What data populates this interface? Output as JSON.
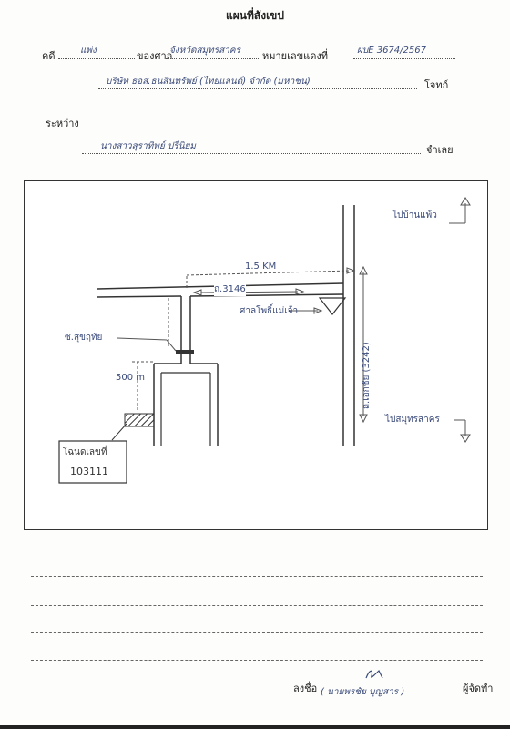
{
  "header": {
    "title": "แผนที่สังเขป",
    "case_label": "คดี",
    "case_type": "แพ่ง",
    "court_label": "ของศาล",
    "court_name": "จังหวัดสมุทรสาคร",
    "case_no_label": "หมายเลขแดงที่",
    "case_no": "ผบE 3674/2567",
    "plaintiff": "บริษัท ธอส.ธนสินทรัพย์ (ไทยแลนด์) จำกัด (มหาชน)",
    "plaintiff_role": "โจทก์",
    "between_label": "ระหว่าง",
    "defendant": "นางสาวสุราทิพย์ ปรีนิยม",
    "defendant_role": "จำเลย"
  },
  "map": {
    "label_to_ban_phaeo": "ไปบ้านแพ้ว",
    "label_to_samut_sakhon": "ไปสมุทรสาคร",
    "distance_main": "1.5 KM",
    "road_sakhon": "ถ.3146",
    "shrine": "ศาลโพธิ์แม่เจ้า",
    "highway": "ถ.เอกชัย (3242)",
    "soi": "ซ.สุขฤทัย",
    "distance_soi": "500 m",
    "title_deed_label": "โฉนดเลขที่",
    "title_deed_no": "103111"
  },
  "footer": {
    "sign_label": "ลงชื่อ",
    "signer": "( นายพรชัย บุญสาร )",
    "role": "ผู้จัดทำ"
  }
}
